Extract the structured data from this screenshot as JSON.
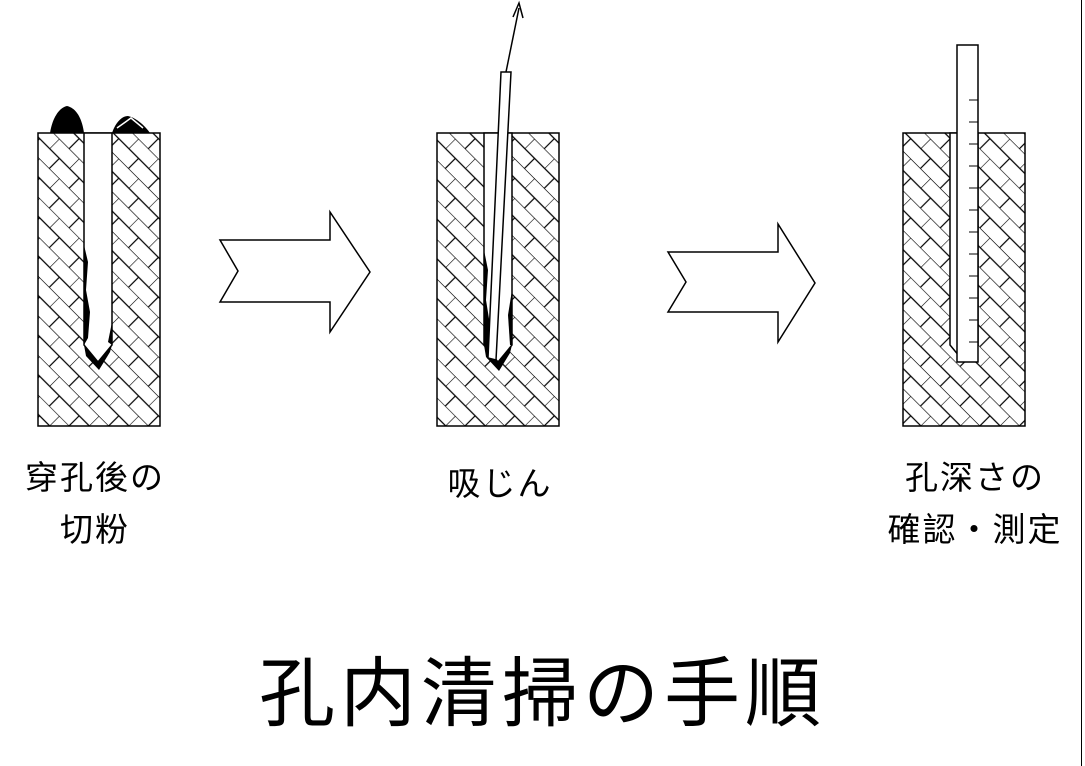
{
  "steps": [
    {
      "lines": [
        "穿孔後の",
        "切粉"
      ]
    },
    {
      "lines": [
        "吸じん"
      ]
    },
    {
      "lines": [
        "孔深さの",
        "確認・測定"
      ]
    }
  ],
  "title": "孔内清掃の手順",
  "colors": {
    "ink": "#000000",
    "background": "#ffffff"
  }
}
